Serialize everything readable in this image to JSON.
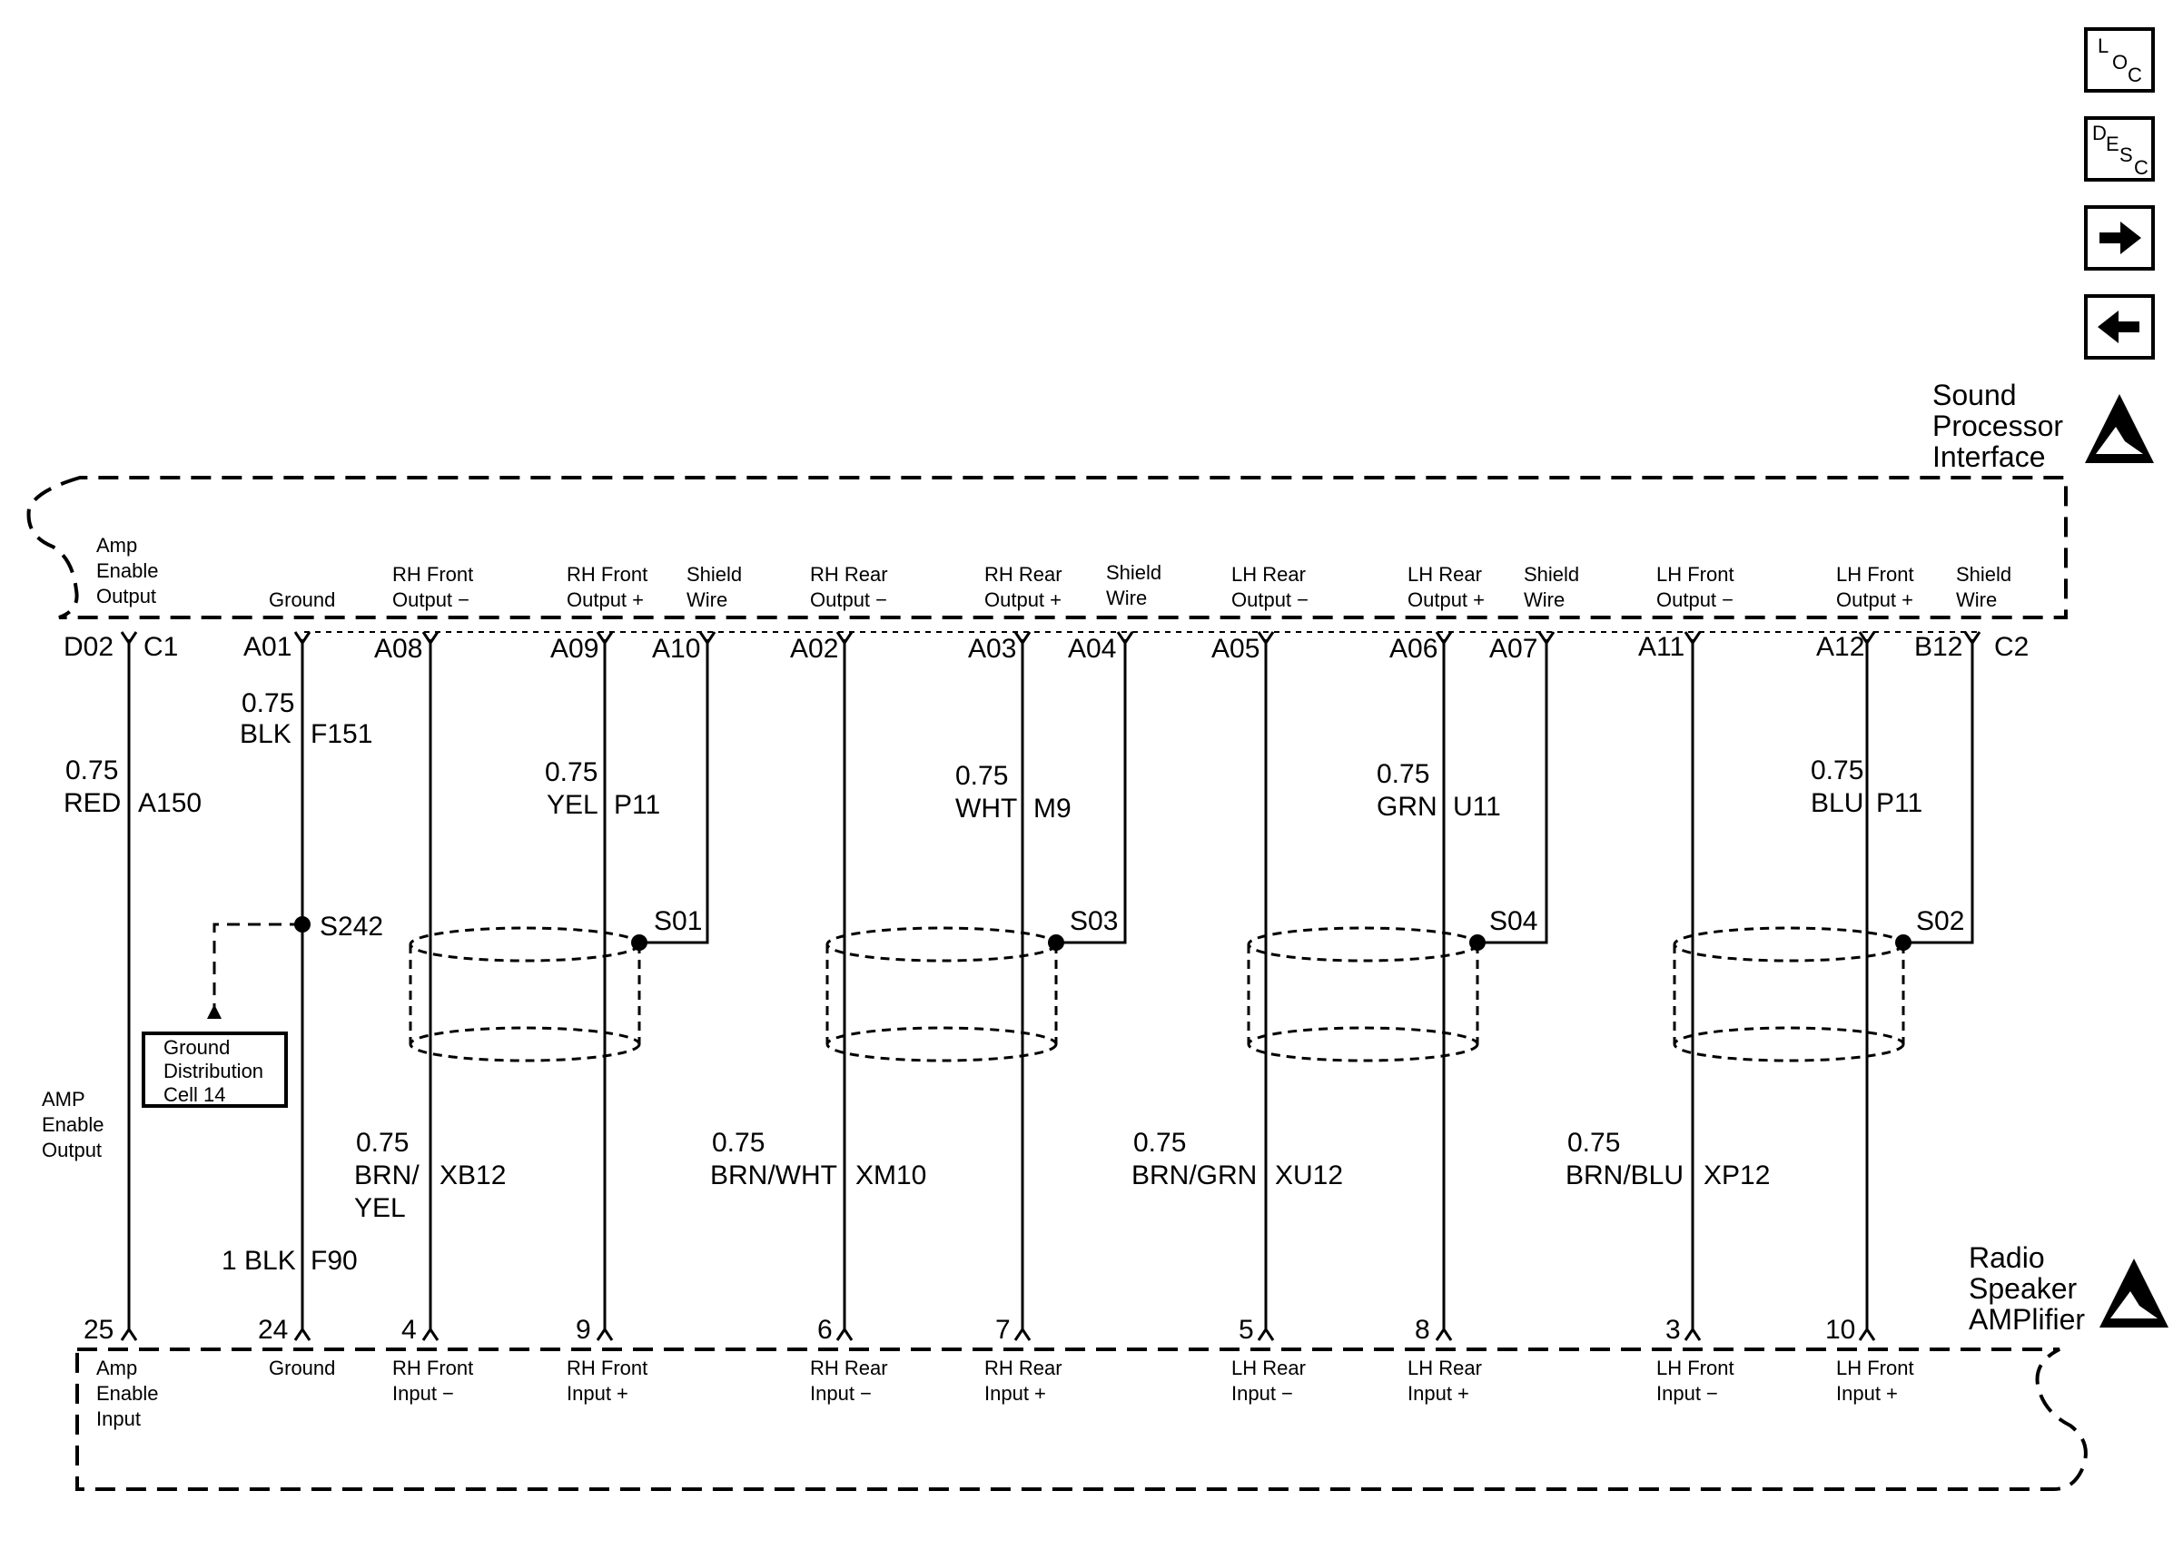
{
  "nav": {
    "loc": {
      "a": "L",
      "b": "O",
      "c": "C"
    },
    "desc": {
      "a": "D",
      "b": "E",
      "c": "S",
      "d": "C"
    },
    "next_icon": "arrow-right-icon",
    "prev_icon": "arrow-left-icon"
  },
  "top_module": {
    "line1": "Sound",
    "line2": "Processor",
    "line3": "Interface",
    "icon": "esd-warning-icon"
  },
  "bottom_module": {
    "line1": "Radio",
    "line2": "Speaker",
    "line3": "AMPlifier",
    "icon": "esd-warning-icon"
  },
  "top_connectors": {
    "c1": "C1",
    "c2": "C2"
  },
  "top_pin_labels": [
    {
      "l1": "Amp",
      "l2": "Enable",
      "l3": "Output"
    },
    {
      "l1": "",
      "l2": "Ground",
      "l3": ""
    },
    {
      "l1": "RH Front",
      "l2": "Output −"
    },
    {
      "l1": "RH Front",
      "l2": "Output +"
    },
    {
      "l1": "Shield",
      "l2": "Wire"
    },
    {
      "l1": "RH Rear",
      "l2": "Output −"
    },
    {
      "l1": "RH Rear",
      "l2": "Output +"
    },
    {
      "l1": "Shield",
      "l2": "Wire"
    },
    {
      "l1": "LH Rear",
      "l2": "Output −"
    },
    {
      "l1": "LH Rear",
      "l2": "Output +"
    },
    {
      "l1": "Shield",
      "l2": "Wire"
    },
    {
      "l1": "LH Front",
      "l2": "Output −"
    },
    {
      "l1": "LH Front",
      "l2": "Output +"
    },
    {
      "l1": "Shield",
      "l2": "Wire"
    }
  ],
  "top_pins": [
    "D02",
    "A01",
    "A08",
    "A09",
    "A10",
    "A02",
    "A03",
    "A04",
    "A05",
    "A06",
    "A07",
    "A11",
    "A12",
    "B12"
  ],
  "bottom_pins": [
    "25",
    "24",
    "4",
    "9",
    "6",
    "7",
    "5",
    "8",
    "3",
    "10"
  ],
  "bottom_pin_labels": [
    {
      "l1": "Amp",
      "l2": "Enable",
      "l3": "Input"
    },
    {
      "l1": "Ground",
      "l2": ""
    },
    {
      "l1": "RH Front",
      "l2": "Input −"
    },
    {
      "l1": "RH Front",
      "l2": "Input +"
    },
    {
      "l1": "RH Rear",
      "l2": "Input −"
    },
    {
      "l1": "RH Rear",
      "l2": "Input +"
    },
    {
      "l1": "LH Rear",
      "l2": "Input −"
    },
    {
      "l1": "LH Rear",
      "l2": "Input +"
    },
    {
      "l1": "LH Front",
      "l2": "Input −"
    },
    {
      "l1": "LH Front",
      "l2": "Input +"
    }
  ],
  "wires": {
    "amp_enable": {
      "size": "0.75",
      "color": "RED",
      "circuit": "A150"
    },
    "ground_top": {
      "size": "0.75",
      "color": "BLK",
      "circuit": "F151"
    },
    "ground_bottom": {
      "size_color": "1 BLK",
      "circuit": "F90"
    },
    "rh_front_plus": {
      "size": "0.75",
      "color": "YEL",
      "circuit": "P11"
    },
    "rh_rear_plus": {
      "size": "0.75",
      "color": "WHT",
      "circuit": "M9"
    },
    "lh_rear_plus": {
      "size": "0.75",
      "color": "GRN",
      "circuit": "U11"
    },
    "lh_front_plus": {
      "size": "0.75",
      "color": "BLU",
      "circuit": "P11"
    },
    "rh_front_minus": {
      "size": "0.75",
      "color1": "BRN/",
      "color2": "YEL",
      "circuit": "XB12"
    },
    "rh_rear_minus": {
      "size": "0.75",
      "color": "BRN/WHT",
      "circuit": "XM10"
    },
    "lh_rear_minus": {
      "size": "0.75",
      "color": "BRN/GRN",
      "circuit": "XU12"
    },
    "lh_front_minus": {
      "size": "0.75",
      "color": "BRN/BLU",
      "circuit": "XP12"
    }
  },
  "splices": {
    "ground": "S242",
    "s01": "S01",
    "s03": "S03",
    "s04": "S04",
    "s02": "S02"
  },
  "ground_ref": {
    "l1": "Ground",
    "l2": "Distribution",
    "l3": "Cell 14"
  },
  "side_label": {
    "l1": "AMP",
    "l2": "Enable",
    "l3": "Output"
  }
}
